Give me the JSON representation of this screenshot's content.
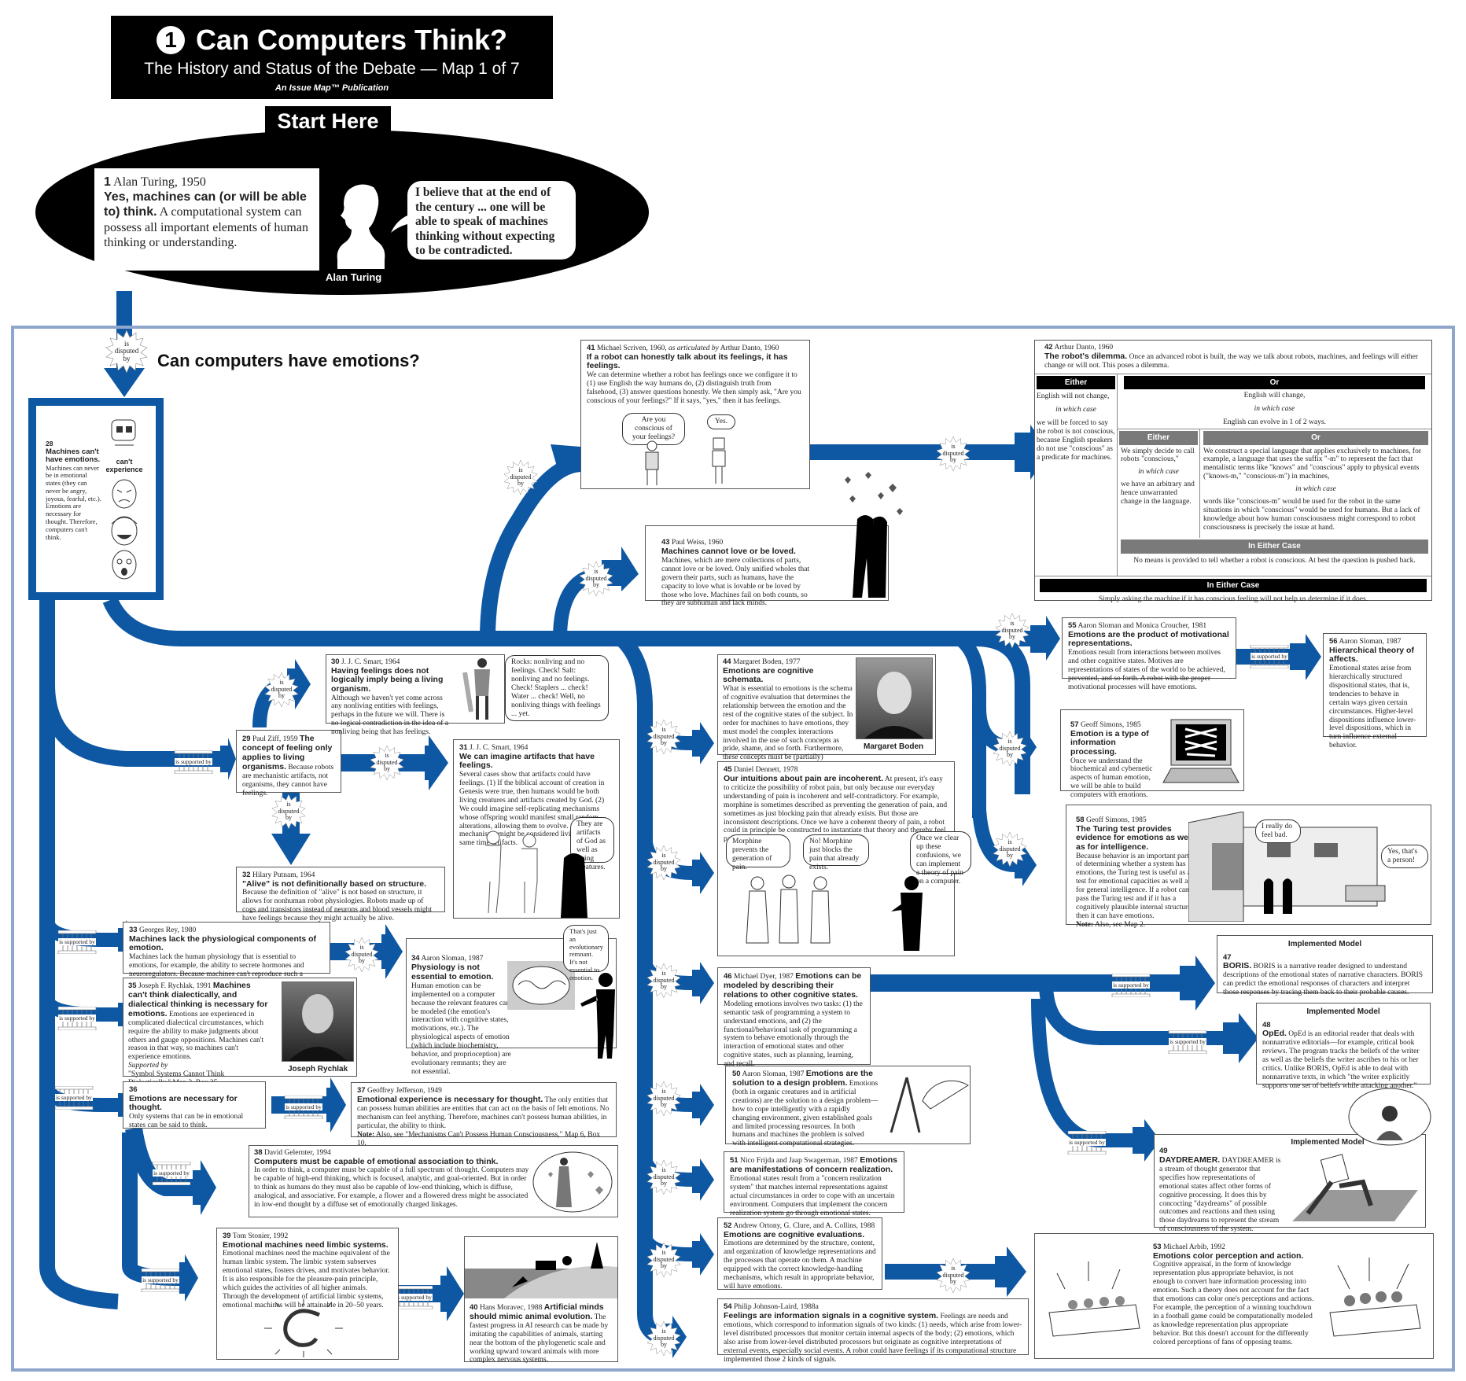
{
  "header": {
    "map_number": "1",
    "title": "Can Computers Think?",
    "subtitle": "The History and Status of the Debate — Map 1 of 7",
    "publication": "An  Issue  Map™  Publication",
    "start_here": "Start Here"
  },
  "start_claim": {
    "num": "1",
    "author": "Alan Turing, 1950",
    "claim": "Yes, machines can (or will be able to) think.",
    "text": "A computational system can possess all important elements of human thinking or understanding.",
    "quote": "I believe that at the end of the century ... one will be able to speak of machines thinking without expecting to be contradicted.",
    "portrait_name": "Alan Turing"
  },
  "section_question": "Can computers have emotions?",
  "links": {
    "disputed": [
      "is",
      "disputed",
      "by"
    ],
    "supported": "is supported by"
  },
  "colors": {
    "arrow_blue": "#0d57a3",
    "frame_blue": "#8fa6cc",
    "header_black": "#000000"
  },
  "claims": {
    "c28": {
      "num": "28",
      "claim": "Machines can't have emotions.",
      "text": "Machines can never be in emotional states (they can never be angry, joyous, fearful, etc.).  Emotions are necessary for thought. Therefore, computers can't think.",
      "caption": "can't experience"
    },
    "c29": {
      "num": "29",
      "author": "Paul Ziff, 1959",
      "claim": "The concept of feeling only applies to living organisms.",
      "text": "Because robots are mechanistic artifacts, not organisms, they cannot have feelings."
    },
    "c30": {
      "num": "30",
      "author": "J. J. C. Smart, 1964",
      "claim": "Having feelings does not logically imply being a living organism.",
      "text": "Although we haven't yet come across any nonliving entities with feelings, perhaps in the future we will.  There is no logical contradiction in the idea of a nonliving being that has feelings.",
      "bubble": "Rocks: nonliving and no feelings. Check! Salt: nonliving and no feelings. Check! Staplers ... check! Water ... check! Well, no nonliving things with feelings ... yet."
    },
    "c31": {
      "num": "31",
      "author": "J. J. C. Smart, 1964",
      "claim": "We can imagine artifacts that have feelings.",
      "text": "Several cases show that artifacts could have feelings. (1) If the biblical account of creation in Genesis were true, then humans would be both living creatures and artifacts created by God.  (2) We could imagine self-replicating mechanisms whose offspring would manifest small random alterations, allowing them to evolve.  Such mechanisms might be considered living and at the same time artifacts.",
      "bubble": "They are artifacts of God as well as living creatures."
    },
    "c32": {
      "num": "32",
      "author": "Hilary Putnam, 1964",
      "claim": "\"Alive\" is not definitionally based on structure.",
      "text": "Because the definition of \"alive\" is not based on structure, it allows for nonhuman robot physiologies.  Robots made up of cogs and transistors instead of neurons and blood vessels might have feelings because they might actually be alive."
    },
    "c33": {
      "num": "33",
      "author": "Georges Rey, 1980",
      "claim": "Machines lack the physiological components of emotion.",
      "text": "Machines lack the human physiology that is essential to emotions, for example, the ability to secrete hormones and neuroregulators.  Because machines can't reproduce such a physiology through abstract computational processes, they can't possess emotions."
    },
    "c34": {
      "num": "34",
      "author": "Aaron Sloman, 1987",
      "claim": "Physiology is not essential to emotion.",
      "text": "Human emotion can be implemented on a computer because the relevant features can be modeled (the emotion's interaction with cognitive states, motivations, etc.).  The physiological aspects of emotion (which include biochemistry, behavior, and proprioception) are evolutionary remnants; they are not essential.",
      "bubble": "That's just an evolutionary remnant.  It's not essential to emotion."
    },
    "c35": {
      "num": "35",
      "author": "Joseph F. Rychlak, 1991",
      "claim": "Machines can't think dialectically, and dialectical thinking is necessary for emotions.",
      "text": "Emotions are experienced in complicated dialectical circumstances, which require the ability to make judgments about others and gauge oppositions.  Machines can't reason in that way, so machines can't experience emotions.",
      "supported_label": "Supported by",
      "supported_ref": "\"Symbol Systems Cannot Think Dialectically,\" Map 3, Box 25.",
      "photo_name": "Joseph Rychlak"
    },
    "c36": {
      "num": "36",
      "claim": "Emotions are necessary for thought.",
      "text": "Only systems that can be in emotional states can be said to think."
    },
    "c37": {
      "num": "37",
      "author": "Geoffrey Jefferson, 1949",
      "claim": "Emotional experience is necessary for thought.",
      "text": "The only entities that can possess human abilities are entities that can  act on the basis of felt emotions.  No mechanism can feel anything.  Therefore, machines can't possess human abilities, in particular, the ability to think.",
      "note_label": "Note:",
      "note": "Also, see \"Mechanisms Can't Possess Human Consciousness,\" Map 6, Box 10."
    },
    "c38": {
      "num": "38",
      "author": "David Gelernter, 1994",
      "claim": "Computers must be capable of emotional association to think.",
      "text": "In order to think, a computer must be capable of a full spectrum of thought.  Computers may be capable of high-end thinking, which is focused, analytic, and goal-oriented. But in order to think as humans do they must also be capable of low-end thinking, which is diffuse, analogical, and associative.  For example, a flower and a flowered dress might be associated in low-end thought by a diffuse set of emotionally charged linkages."
    },
    "c39": {
      "num": "39",
      "author": "Tom Stonier, 1992",
      "claim": "Emotional machines need limbic systems.",
      "text": "Emotional machines need the machine equivalent of the human limbic system.  The limbic system subserves emotional states, fosters drives, and motivates behavior. It is also responsible for the pleasure-pain principle, which guides the activities of all higher animals. Through the development of artificial limbic systems, emotional machines will be attainable in 20–50 years."
    },
    "c40": {
      "num": "40",
      "author": "Hans Moravec, 1988",
      "claim": "Artificial minds should mimic animal evolution.",
      "text": "The fastest progress in AI research can be made by imitating the capabilities of animals, starting near the bottom of the phylogenetic scale and working upward toward animals with more complex nervous systems."
    },
    "c41": {
      "num": "41",
      "author": "Michael Scriven, 1960,",
      "author_note": "as articulated by",
      "author2": "Arthur Danto, 1960",
      "claim": "If a robot can honestly talk about its feelings, it has feelings.",
      "text": "We can determine whether a robot has feelings once we configure it to (1) use English the way humans do, (2) distinguish truth from falsehood, (3) answer questions honestly. We then simply ask, \"Are you conscious of your feelings?\"  If it says, \"yes,\" then it has feelings.",
      "bubble_q": "Are you conscious of your feelings?",
      "bubble_a": "Yes."
    },
    "c42": {
      "num": "42",
      "author": "Arthur Danto, 1960",
      "claim": "The robot's dilemma.",
      "text": "Once an advanced robot is built, the way we talk about robots, machines, and feelings will either change or will not.  This poses a dilemma.",
      "either": "Either",
      "or": "Or",
      "left_1": "English will not change,",
      "in_which_case": "in which case",
      "left_2": "we will be forced to say the robot is not conscious, because English speakers do not use \"conscious\" as a predicate for machines.",
      "right_1": "English will change,",
      "right_2": "English can evolve in 1 of 2 ways.",
      "sub_left_1": "We simply decide to call robots \"conscious,\"",
      "sub_left_2": "we have an arbitrary and hence unwarranted change in the language.",
      "sub_right_1": "We construct a special language that applies exclusively to machines, for example, a language that uses the suffix \"-m\" to represent the fact that mentalistic terms like \"knows\" and \"conscious\" apply to physical events (\"knows-m,\" \"conscious-m\") in machines,",
      "sub_right_2": "words like \"conscious-m\" would be used for the robot in the same situations in which \"conscious\" would be used for humans.  But a lack of knowledge about how human consciousness might correspond to robot consciousness is precisely the issue at hand.",
      "in_either_case": "In Either Case",
      "inner_conclusion": "No means is provided to tell whether a robot is conscious.  At best the question is pushed back.",
      "outer_conclusion": "Simply asking the machine if it has conscious feeling will not help us determine if it does."
    },
    "c43": {
      "num": "43",
      "author": "Paul Weiss, 1960",
      "claim": "Machines cannot love or be loved.",
      "text": "Machines, which are mere collections of parts, cannot love or be loved.  Only unified wholes that govern their parts, such as humans, have the capacity to love what is lovable or be loved by those who love.  Machines fail on both counts, so they are subhuman and lack minds."
    },
    "c44": {
      "num": "44",
      "author": "Margaret Boden, 1977",
      "claim": "Emotions are cognitive schemata.",
      "text": "What is essential to emotions is the schema of cognitive evaluation that determines the relationship between the emotion and the rest of the cognitive states of the subject. In order for machines to have emotions, they must model the complex interactions involved in the use of such concepts as pride, shame, and so forth.  Furthermore, these concepts must be (partially) responsible for the behavior of the system.",
      "photo_name": "Margaret Boden"
    },
    "c45": {
      "num": "45",
      "author": "Daniel Dennett, 1978",
      "claim": "Our intuitions about pain are incoherent.",
      "text": "At present, it's easy to criticize the possibility of robot pain, but only because our everyday understanding of pain is incoherent and self-contradictory.  For example, morphine is sometimes described as preventing the generation of pain, and sometimes as just blocking pain that already exists.  But those are inconsistent descriptions.  Once we have a coherent theory of pain, a robot could in principle be constructed to instantiate that theory and thereby feel pain.",
      "bubble_1": "Morphine prevents the generation of pain.",
      "bubble_2": "No!  Morphine just blocks the pain that already exists.",
      "bubble_3": "Once we clear up these confusions, we can implement a theory of pain on a computer."
    },
    "c46": {
      "num": "46",
      "author": "Michael Dyer, 1987",
      "claim": "Emotions can be modeled by describing their relations to other cognitive states.",
      "text": "Modeling emotions involves two tasks: (1)  the semantic task of programming a system to understand emotions, and (2) the functional/behavioral task of programming a system to behave emotionally through the interaction of emotional states and other cognitive states, such as planning, learning, and recall."
    },
    "c47": {
      "header": "Implemented Model",
      "num": "47",
      "claim": "BORIS.",
      "text": "BORIS is a narrative reader designed to understand descriptions of the emotional states of narrative characters. BORIS can predict the emotional responses of characters and interpret those responses by tracing them back to their probable causes."
    },
    "c48": {
      "header": "Implemented Model",
      "num": "48",
      "claim": "OpEd.",
      "text": "OpEd is an editorial reader that deals with nonnarrative editorials—for example, critical book reviews.  The program tracks the beliefs of the writer as well as the beliefs the writer ascribes to his or her critics.  Unlike BORIS, OpEd is able to deal with nonnarrative texts, in which \"the writer explicitly supports one set of beliefs while attacking another.\""
    },
    "c49": {
      "header": "Implemented  Model",
      "num": "49",
      "claim": "DAYDREAMER.",
      "text": "DAYDREAMER is a stream of thought generator that specifies how representations of emotional states affect other forms of cognitive processing.  It does this by concocting \"daydreams\" of possible outcomes and reactions and then using those daydreams to represent the stream of consciousness of the system."
    },
    "c50": {
      "num": "50",
      "author": "Aaron Sloman, 1987",
      "claim": "Emotions are the solution to a design problem.",
      "text": "Emotions (both in organic creatures and in artificial creations) are the solution to a design problem—how to cope intelligently with a rapidly changing environment, given established goals and limited processing resources.  In both humans and machines the problem is solved with intelligent computational strategies."
    },
    "c51": {
      "num": "51",
      "author": "Nico Frijda and Jaap Swagerman, 1987",
      "claim": "Emotions are manifestations of concern realization.",
      "text": "Emotional states result from a \"concern realization system\" that matches internal representations against actual circumstances in order to cope with an uncertain environment.  Computers that implement the concern realization system go through emotional states."
    },
    "c52": {
      "num": "52",
      "author": "Andrew Ortony, G. Clure, and A. Collins, 1988",
      "claim": "Emotions are cognitive evaluations.",
      "text": "Emotions are determined by the structure, content, and organization of knowledge representations and the processes that operate on them.  A machine equipped with the correct knowledge-handling mechanisms, which result in appropriate behavior, will have emotions."
    },
    "c53": {
      "num": "53",
      "author": "Michael Arbib, 1992",
      "claim": "Emotions color perception and action.",
      "text": "Cognitive appraisal, in the form of knowledge representation plus appropriate behavior, is not enough to convert bare information processing into emotion.  Such a theory does not account for the fact that emotions can color one's perceptions and actions.  For example, the perception of a winning touchdown in a football game could be computationally modeled as knowledge representation plus appropriate behavior.  But this doesn't account for the differently colored perceptions of fans of opposing teams."
    },
    "c54": {
      "num": "54",
      "author": "Philip Johnson-Laird, 1988a",
      "claim": "Feelings are information signals in a cognitive system.",
      "text": "Feelings are needs and emotions, which correspond to information signals of two kinds: (1) needs, which arise from lower-level distributed processors that monitor certain internal aspects of the body; (2) emotions, which also arise from lower-level distributed processors but originate as cognitive interpretations of external events, especially social events.  A robot could have feelings if its computational structure implemented those 2 kinds of signals."
    },
    "c55": {
      "num": "55",
      "author": "Aaron Sloman and Monica Croucher, 1981",
      "claim": "Emotions are the product of motivational representations.",
      "text": "Emotions result from interactions between motives and other cognitive states.  Motives are representations of states of the world to be achieved, prevented, and so forth.  A robot with the proper motivational processes will have emotions."
    },
    "c56": {
      "num": "56",
      "author": "Aaron Sloman, 1987",
      "claim": "Hierarchical theory of affects.",
      "text": "Emotional states arise from hierarchically structured dispositional states, that is, tendencies to behave in certain ways given certain circumstances.  Higher-level dispositions influence lower-level dispositions, which in turn influence external behavior."
    },
    "c57": {
      "num": "57",
      "author": "Geoff Simons, 1985",
      "claim": "Emotion is a type of information processing.",
      "text": "Once we understand the biochemical and cybernetic aspects of human emotion, we will be able to build computers with emotions."
    },
    "c58": {
      "num": "58",
      "author": "Geoff Simons, 1985",
      "claim": "The Turing test provides evidence for emotions as well as for intelligence.",
      "text": "Because behavior is an important part of determining whether a system has emotions, the Turing test is useful as a test for emotional capacities as well as for general intelligence.  If a robot can pass the Turing test and if it has a cognitively plausible internal structure, then it can have emotions.",
      "note_label": "Note:",
      "note": "Also, see Map 2.",
      "bubble_1": "I really do feel bad.",
      "bubble_2": "Yes, that's a person!"
    }
  }
}
